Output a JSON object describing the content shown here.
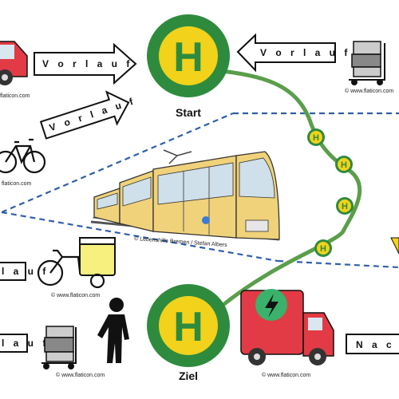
{
  "stations": {
    "start": {
      "letter": "H",
      "label": "Start"
    },
    "ziel": {
      "letter": "H",
      "label": "Ziel"
    }
  },
  "stops": {
    "letter": "H"
  },
  "arrows": {
    "vorlauf_top": "V o r l a u f",
    "vorlauf_bike": "V o r l a u f",
    "vorlauf_right": "V o r l a u f",
    "lauf_left_mid": "l a u f",
    "lauf_left_bottom": "l a u f",
    "nach_right": "N a c h"
  },
  "credits": {
    "truck_top_left": "flaticon.com",
    "bike": "flaticon.com",
    "cargo_bike": "© www.flaticon.com",
    "cart_bottom": "© www.flaticon.com",
    "cart_top_right": "© www.flaticon.com",
    "truck_bottom": "© www.flaticon.com",
    "tram": "© Lebenshilfe Bremen / Stefan Albers"
  },
  "colors": {
    "station_green": "#2e8b3e",
    "station_yellow": "#f2d21b",
    "route_green": "#5a9e4b",
    "dashed_blue": "#2f5fa8",
    "truck_red": "#e23b45",
    "tram_yellow": "#f0d27a"
  }
}
